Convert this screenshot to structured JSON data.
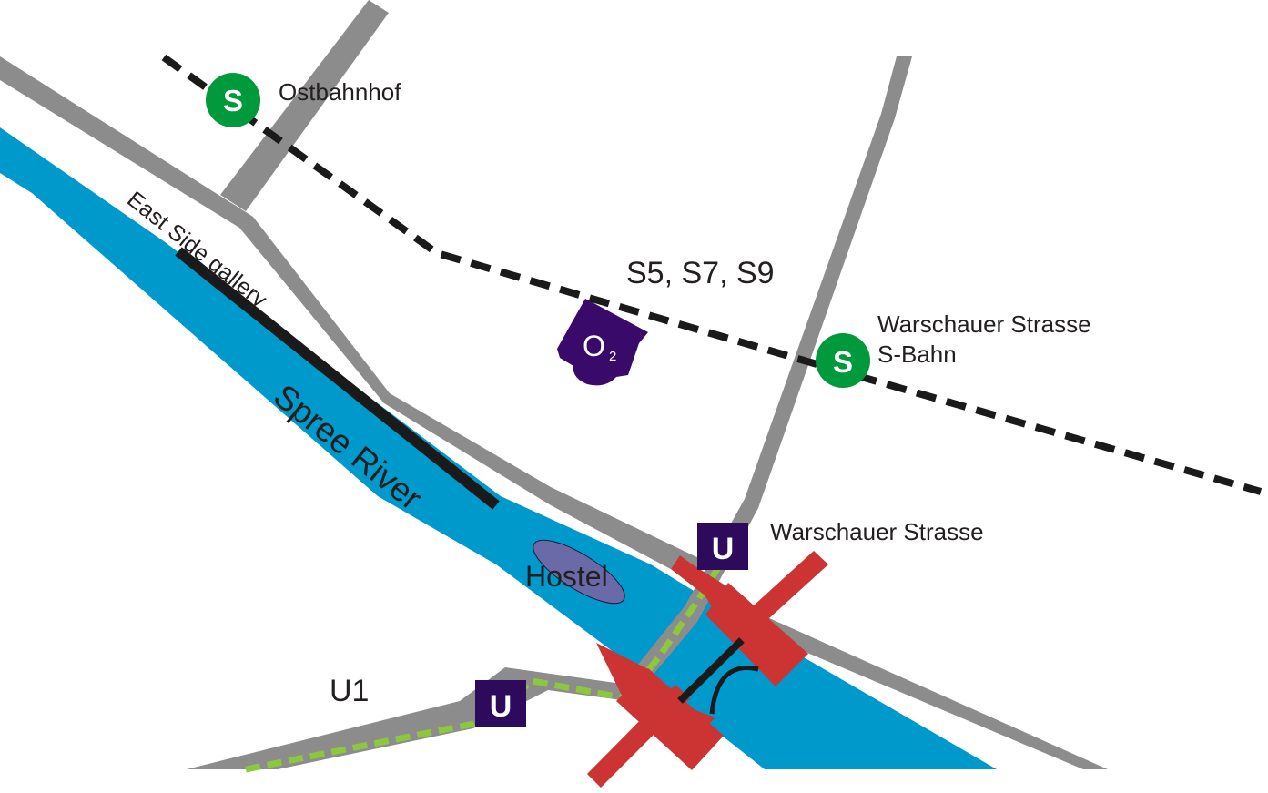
{
  "colors": {
    "river": "#0099cc",
    "road": "#8c8c8c",
    "rail": "#1a1a1a",
    "s_bahn": "#009a3d",
    "u_bahn": "#2e0a5c",
    "o2": "#3a0a6b",
    "hostel": "#6a6aa8",
    "u1_line": "#8dc63f",
    "oberbaum": "#cc3333",
    "gallery": "#1a1a1a"
  },
  "labels": {
    "ostbahnhof": "Ostbahnhof",
    "s_lines": "S5, S7, S9",
    "warschauer_s_line1": "Warschauer Strasse",
    "warschauer_s_line2": "S-Bahn",
    "warschauer_u": "Warschauer Strasse",
    "east_side_gallery": "East Side gallery",
    "spree_river": "Spree River",
    "hostel": "Hostel",
    "u1": "U1"
  },
  "badges": {
    "s_letter": "S",
    "u_letter": "U",
    "o2_letter": "O",
    "o2_sub": "2"
  },
  "icons": {
    "s_bahn_station": "s-bahn-icon",
    "u_bahn_station": "u-bahn-icon",
    "venue": "o2-arena-icon",
    "bridge": "oberbaum-bridge-icon"
  }
}
